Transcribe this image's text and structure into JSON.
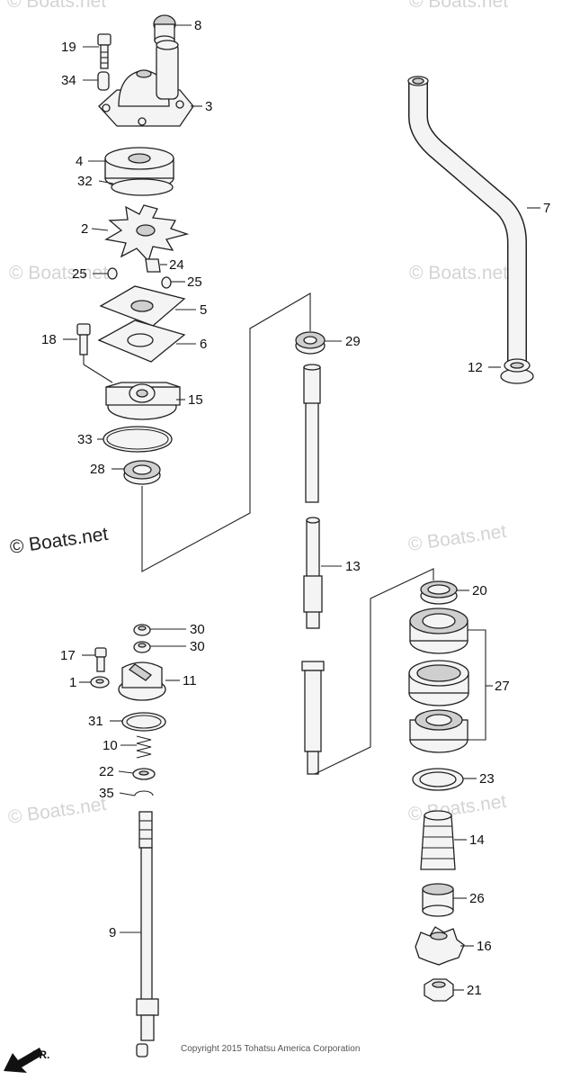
{
  "watermarks": {
    "top_left": "© Boats.net",
    "top_right": "© Boats.net",
    "mid_left": "© Boats.net",
    "mid_right": "© Boats.net",
    "main": "© Boats.net",
    "right_mid": "© Boats.net",
    "bottom_left": "© Boats.net",
    "bottom_right": "© Boats.net"
  },
  "copyright": "Copyright 2015 Tohatsu America Corporation",
  "direction_label": "FR.",
  "callouts": [
    {
      "id": "c8",
      "label": "8"
    },
    {
      "id": "c19",
      "label": "19"
    },
    {
      "id": "c34",
      "label": "34"
    },
    {
      "id": "c3",
      "label": "3"
    },
    {
      "id": "c4",
      "label": "4"
    },
    {
      "id": "c32",
      "label": "32"
    },
    {
      "id": "c2",
      "label": "2"
    },
    {
      "id": "c24",
      "label": "24"
    },
    {
      "id": "c25a",
      "label": "25"
    },
    {
      "id": "c25b",
      "label": "25"
    },
    {
      "id": "c5",
      "label": "5"
    },
    {
      "id": "c6",
      "label": "6"
    },
    {
      "id": "c18",
      "label": "18"
    },
    {
      "id": "c15",
      "label": "15"
    },
    {
      "id": "c33",
      "label": "33"
    },
    {
      "id": "c28",
      "label": "28"
    },
    {
      "id": "c7",
      "label": "7"
    },
    {
      "id": "c29",
      "label": "29"
    },
    {
      "id": "c12",
      "label": "12"
    },
    {
      "id": "c13",
      "label": "13"
    },
    {
      "id": "c20",
      "label": "20"
    },
    {
      "id": "c30a",
      "label": "30"
    },
    {
      "id": "c30b",
      "label": "30"
    },
    {
      "id": "c17",
      "label": "17"
    },
    {
      "id": "c1",
      "label": "1"
    },
    {
      "id": "c11",
      "label": "11"
    },
    {
      "id": "c27",
      "label": "27"
    },
    {
      "id": "c31",
      "label": "31"
    },
    {
      "id": "c10",
      "label": "10"
    },
    {
      "id": "c22",
      "label": "22"
    },
    {
      "id": "c35",
      "label": "35"
    },
    {
      "id": "c23",
      "label": "23"
    },
    {
      "id": "c14",
      "label": "14"
    },
    {
      "id": "c26",
      "label": "26"
    },
    {
      "id": "c9",
      "label": "9"
    },
    {
      "id": "c16",
      "label": "16"
    },
    {
      "id": "c21",
      "label": "21"
    }
  ]
}
